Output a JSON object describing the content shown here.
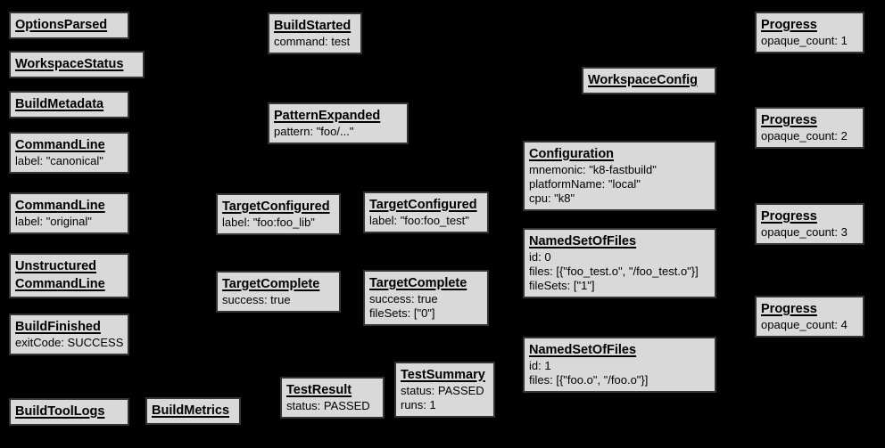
{
  "colors": {
    "background": "#000000",
    "box_fill": "#d9d9d9",
    "box_border": "#333333",
    "text": "#000000"
  },
  "boxes": [
    {
      "title": "OptionsParsed",
      "lines": []
    },
    {
      "title": "WorkspaceStatus",
      "lines": []
    },
    {
      "title": "BuildMetadata",
      "lines": []
    },
    {
      "title": "CommandLine",
      "lines": [
        "label: \"canonical\""
      ]
    },
    {
      "title": "CommandLine",
      "lines": [
        "label: \"original\""
      ]
    },
    {
      "title": "Unstructured",
      "title2": "CommandLine",
      "lines": []
    },
    {
      "title": "BuildFinished",
      "lines": [
        "exitCode: SUCCESS"
      ]
    },
    {
      "title": "BuildToolLogs",
      "lines": []
    },
    {
      "title": "BuildMetrics",
      "lines": []
    },
    {
      "title": "BuildStarted",
      "lines": [
        "command: test"
      ]
    },
    {
      "title": "PatternExpanded",
      "lines": [
        "pattern: \"foo/...\""
      ]
    },
    {
      "title": "TargetConfigured",
      "lines": [
        "label: \"foo:foo_lib\""
      ]
    },
    {
      "title": "TargetConfigured",
      "lines": [
        "label: \"foo:foo_test\""
      ]
    },
    {
      "title": "TargetComplete",
      "lines": [
        "success: true"
      ]
    },
    {
      "title": "TargetComplete",
      "lines": [
        "success: true",
        "fileSets: [\"0\"]"
      ]
    },
    {
      "title": "TestResult",
      "lines": [
        "status: PASSED"
      ]
    },
    {
      "title": "TestSummary",
      "lines": [
        "status: PASSED",
        "runs: 1"
      ]
    },
    {
      "title": "WorkspaceConfig",
      "lines": []
    },
    {
      "title": "Configuration",
      "lines": [
        "mnemonic: \"k8-fastbuild\"",
        "platformName: \"local\"",
        "cpu: \"k8\""
      ]
    },
    {
      "title": "NamedSetOfFiles",
      "lines": [
        "id: 0",
        "files: [{\"foo_test.o\", \"/foo_test.o\"}]",
        "fileSets: [\"1\"]"
      ]
    },
    {
      "title": "NamedSetOfFiles",
      "lines": [
        "id: 1",
        "files: [{\"foo.o\", \"/foo.o\"}]"
      ]
    },
    {
      "title": "Progress",
      "lines": [
        "opaque_count: 1"
      ]
    },
    {
      "title": "Progress",
      "lines": [
        "opaque_count: 2"
      ]
    },
    {
      "title": "Progress",
      "lines": [
        "opaque_count: 3"
      ]
    },
    {
      "title": "Progress",
      "lines": [
        "opaque_count: 4"
      ]
    }
  ]
}
